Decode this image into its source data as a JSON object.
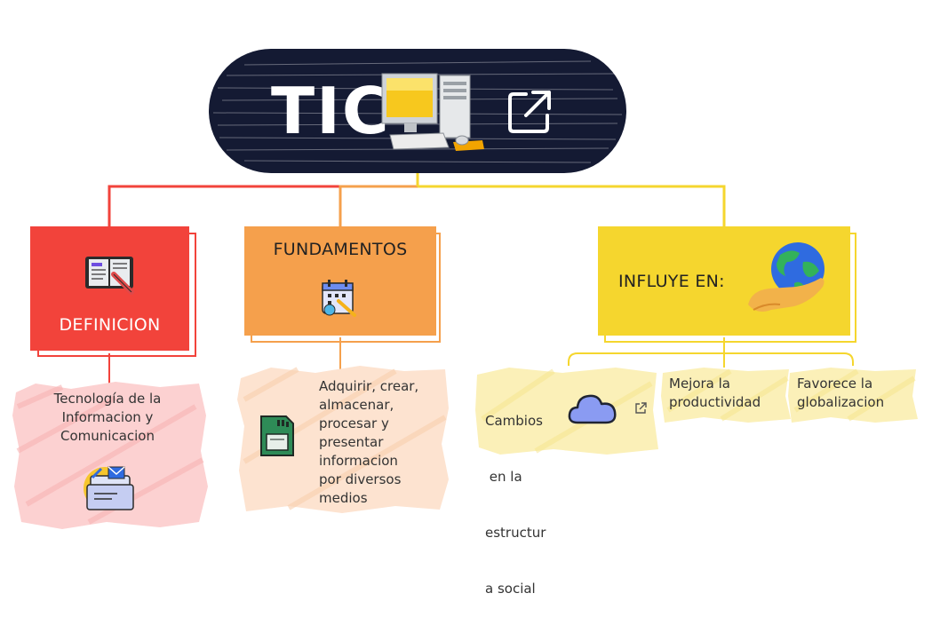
{
  "root": {
    "title": "TIC",
    "icons": [
      "computer-icon",
      "external-link-icon"
    ]
  },
  "categories": {
    "definicion": {
      "label": "DEFINICION",
      "icon": "book-pencil-icon",
      "color": "#f2433b"
    },
    "fundamentos": {
      "label": "FUNDAMENTOS",
      "icon": "calendar-checklist-icon",
      "color": "#f5a04c"
    },
    "influye": {
      "label": "INFLUYE EN:",
      "icon": "hand-globe-icon",
      "color": "#f5d62e"
    }
  },
  "leaves": {
    "definicion": {
      "lines": [
        "Tecnología de la",
        "Informacion y",
        "Comunicacion"
      ],
      "icon": "mail-folder-icon",
      "note_color": "#fcd1d1"
    },
    "fundamentos": {
      "lines": [
        "Adquirir, crear,",
        "almacenar,",
        "procesar y",
        "presentar",
        "informacion",
        "por diversos",
        "medios"
      ],
      "icon": "sd-card-icon",
      "note_color": "#fde3d0"
    },
    "cambios": {
      "lines": [
        "Cambios",
        " en la",
        "estructur",
        "a social"
      ],
      "icons": [
        "cloud-icon",
        "external-link-icon"
      ],
      "note_color": "#fbf0b8"
    },
    "mejora": {
      "lines": [
        "Mejora la",
        "productividad"
      ],
      "note_color": "#fbf0b8"
    },
    "favorece": {
      "lines": [
        "Favorece la",
        "globalizacion"
      ],
      "note_color": "#fbf0b8"
    }
  },
  "colors": {
    "root_bg": "#141a33",
    "red": "#f2433b",
    "orange": "#f5a04c",
    "yellow": "#f5d62e"
  }
}
